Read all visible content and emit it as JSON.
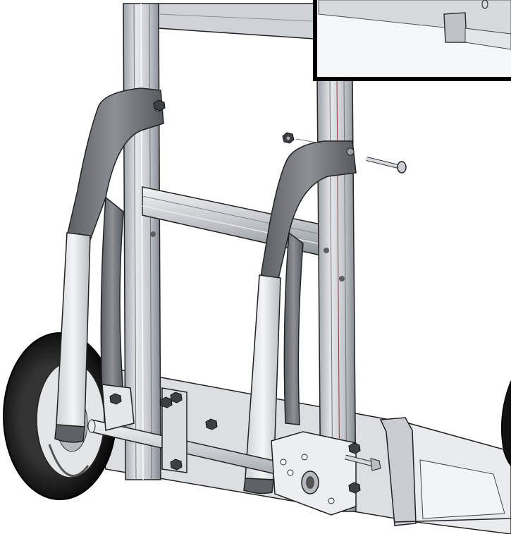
{
  "figure": {
    "type": "exploded-assembly-illustration",
    "text_labels": [],
    "colors": {
      "background": "#ffffff",
      "frame_silver": "#c9cdd2",
      "frame_shadow": "#8f959c",
      "arm_gray": "#7a7d82",
      "arm_dark": "#4a4c50",
      "tire_black": "#111111",
      "hardware": "#b5b9be",
      "inset_border": "#000000"
    },
    "parts": [
      "hand-truck-frame",
      "upright-rail-left",
      "upright-rail-right",
      "cross-brace",
      "stair-climber-arm-left",
      "stair-climber-arm-right",
      "wheel-left",
      "wheel-right-partial",
      "axle-rod",
      "mounting-bracket",
      "toe-plate",
      "bolt",
      "lock-nut",
      "detail-inset"
    ]
  }
}
